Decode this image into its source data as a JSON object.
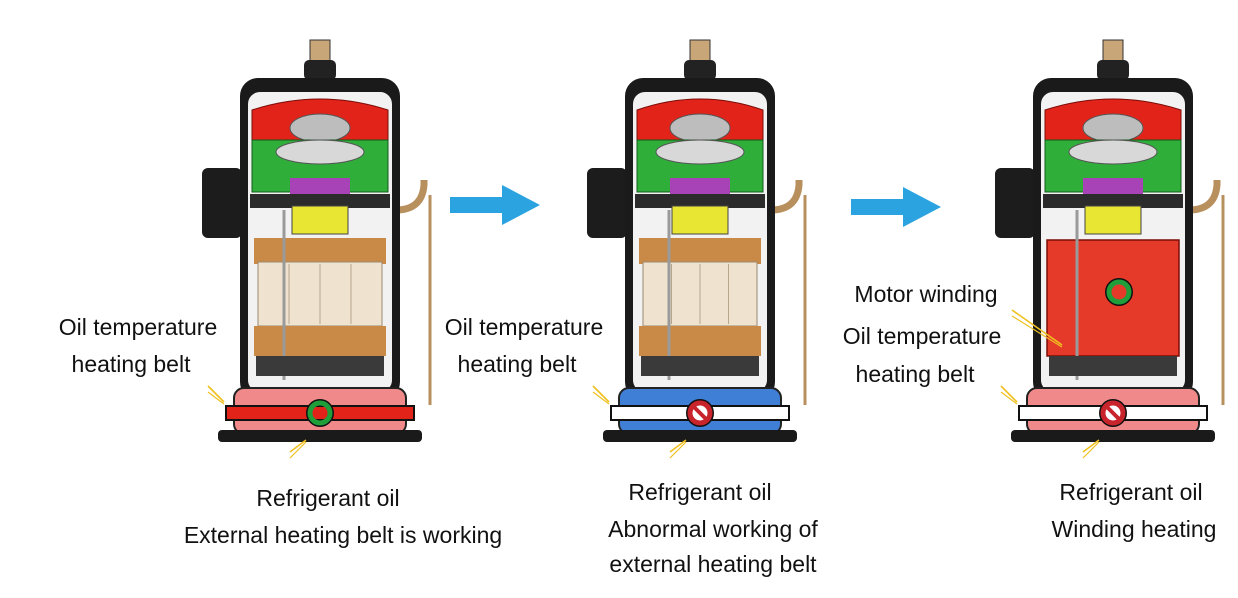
{
  "colors": {
    "background": "#ffffff",
    "arrow": "#2aa3e0",
    "head_red": "#e2231a",
    "mid_green": "#2fae3a",
    "rotor_purple": "#a743b6",
    "rotor_yellow": "#e8e632",
    "stator_copper": "#c98a47",
    "oil_pink": "#f08a8a",
    "oil_blue": "#3f7fd6",
    "belt_on": "#e2231a",
    "belt_off": "#ffffff",
    "winding_heat": "#e53a2a",
    "pointer": "#f0c020",
    "ok_ring": "#1f9e3a",
    "no_ring": "#c8242b"
  },
  "panels": [
    {
      "id": "panel-1",
      "belt_label": [
        "Oil temperature",
        "heating belt"
      ],
      "caption": [
        "Refrigerant oil",
        "External heating belt is working"
      ],
      "oil_state": "pink",
      "belt_state": "on",
      "winding_heated": false,
      "status_icon": "check-ring-icon"
    },
    {
      "id": "panel-2",
      "belt_label": [
        "Oil temperature",
        "heating belt"
      ],
      "caption": [
        "Refrigerant oil",
        "Abnormal working of",
        "external heating belt"
      ],
      "oil_state": "blue",
      "belt_state": "off",
      "winding_heated": false,
      "status_icon": "prohibited-icon"
    },
    {
      "id": "panel-3",
      "winding_label": "Motor winding",
      "belt_label": [
        "Oil temperature",
        "heating belt"
      ],
      "caption": [
        "Refrigerant oil",
        "Winding heating"
      ],
      "oil_state": "pink",
      "belt_state": "off",
      "winding_heated": true,
      "status_icon": "prohibited-icon",
      "winding_icon": "check-ring-icon"
    }
  ],
  "arrows": [
    "right-arrow-icon",
    "right-arrow-icon"
  ]
}
